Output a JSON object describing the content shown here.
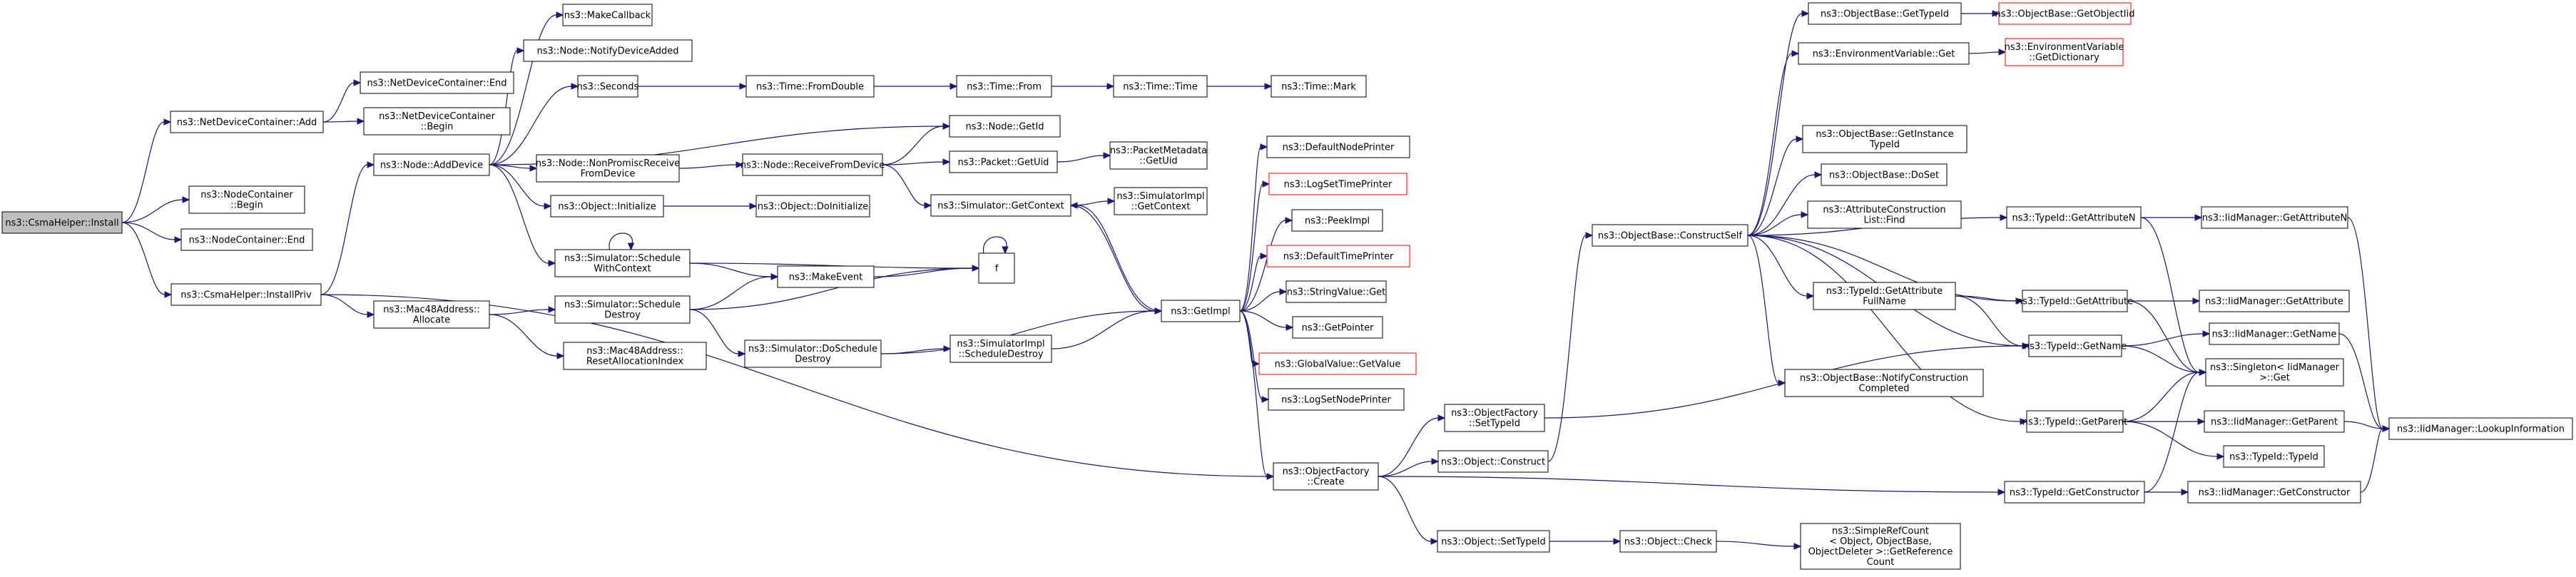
{
  "colors": {
    "edge": "#191970",
    "root_fill": "#bfbfbf",
    "node_border": "#000000",
    "undocumented_border": "#ff0000"
  },
  "nodes": [
    {
      "id": "n0",
      "lines": [
        "ns3::CsmaHelper::Install"
      ],
      "kind": "root"
    },
    {
      "id": "n1",
      "lines": [
        "ns3::NetDeviceContainer::Add"
      ]
    },
    {
      "id": "n2",
      "lines": [
        "ns3::NodeContainer",
        "::Begin"
      ]
    },
    {
      "id": "n3",
      "lines": [
        "ns3::NodeContainer::End"
      ]
    },
    {
      "id": "n4",
      "lines": [
        "ns3::CsmaHelper::InstallPriv"
      ]
    },
    {
      "id": "n5",
      "lines": [
        "ns3::NetDeviceContainer::End"
      ]
    },
    {
      "id": "n6",
      "lines": [
        "ns3::NetDeviceContainer",
        "::Begin"
      ]
    },
    {
      "id": "n7",
      "lines": [
        "ns3::Node::AddDevice"
      ]
    },
    {
      "id": "n8",
      "lines": [
        "ns3::Mac48Address::",
        "Allocate"
      ]
    },
    {
      "id": "n9",
      "lines": [
        "ns3::Mac48Address::",
        "ResetAllocationIndex"
      ]
    },
    {
      "id": "n10",
      "lines": [
        "ns3::MakeCallback"
      ]
    },
    {
      "id": "n11",
      "lines": [
        "ns3::Node::NotifyDeviceAdded"
      ]
    },
    {
      "id": "n12",
      "lines": [
        "ns3::Seconds"
      ]
    },
    {
      "id": "n13",
      "lines": [
        "ns3::Node::NonPromiscReceive",
        "FromDevice"
      ]
    },
    {
      "id": "n14",
      "lines": [
        "ns3::Object::Initialize"
      ]
    },
    {
      "id": "n15",
      "lines": [
        "ns3::Simulator::Schedule",
        "WithContext"
      ]
    },
    {
      "id": "n16",
      "lines": [
        "ns3::Simulator::Schedule",
        "Destroy"
      ]
    },
    {
      "id": "n17",
      "lines": [
        "ns3::Time::FromDouble"
      ]
    },
    {
      "id": "n18",
      "lines": [
        "ns3::Node::ReceiveFromDevice"
      ]
    },
    {
      "id": "n19",
      "lines": [
        "ns3::Object::DoInitialize"
      ]
    },
    {
      "id": "n20",
      "lines": [
        "ns3::MakeEvent"
      ]
    },
    {
      "id": "n21",
      "lines": [
        "ns3::Simulator::DoSchedule",
        "Destroy"
      ]
    },
    {
      "id": "n22",
      "lines": [
        "ns3::Time::From"
      ]
    },
    {
      "id": "n23",
      "lines": [
        "ns3::Node::GetId"
      ]
    },
    {
      "id": "n24",
      "lines": [
        "ns3::Packet::GetUid"
      ]
    },
    {
      "id": "n25",
      "lines": [
        "ns3::Simulator::GetContext"
      ]
    },
    {
      "id": "n26",
      "lines": [
        "f"
      ]
    },
    {
      "id": "n27",
      "lines": [
        "ns3::SimulatorImpl",
        "::ScheduleDestroy"
      ]
    },
    {
      "id": "n28",
      "lines": [
        "ns3::Time::Time"
      ]
    },
    {
      "id": "n29",
      "lines": [
        "ns3::PacketMetadata",
        "::GetUid"
      ]
    },
    {
      "id": "n30",
      "lines": [
        "ns3::SimulatorImpl",
        "::GetContext"
      ]
    },
    {
      "id": "n31",
      "lines": [
        "ns3::GetImpl"
      ]
    },
    {
      "id": "n32",
      "lines": [
        "ns3::Time::Mark"
      ]
    },
    {
      "id": "n33",
      "lines": [
        "ns3::DefaultNodePrinter"
      ]
    },
    {
      "id": "n34",
      "lines": [
        "ns3::LogSetTimePrinter"
      ],
      "kind": "undoc"
    },
    {
      "id": "n35",
      "lines": [
        "ns3::PeekImpl"
      ]
    },
    {
      "id": "n36",
      "lines": [
        "ns3::DefaultTimePrinter"
      ],
      "kind": "undoc"
    },
    {
      "id": "n37",
      "lines": [
        "ns3::StringValue::Get"
      ]
    },
    {
      "id": "n38",
      "lines": [
        "ns3::GetPointer"
      ]
    },
    {
      "id": "n39",
      "lines": [
        "ns3::GlobalValue::GetValue"
      ],
      "kind": "undoc"
    },
    {
      "id": "n40",
      "lines": [
        "ns3::LogSetNodePrinter"
      ]
    },
    {
      "id": "n41",
      "lines": [
        "ns3::ObjectFactory",
        "::Create"
      ]
    },
    {
      "id": "n42",
      "lines": [
        "ns3::ObjectFactory",
        "::SetTypeId"
      ]
    },
    {
      "id": "n43",
      "lines": [
        "ns3::Object::Construct"
      ]
    },
    {
      "id": "n44",
      "lines": [
        "ns3::Object::SetTypeId"
      ]
    },
    {
      "id": "n45",
      "lines": [
        "ns3::Object::Check"
      ]
    },
    {
      "id": "n46",
      "lines": [
        "ns3::SimpleRefCount",
        "< Object, ObjectBase,",
        "ObjectDeleter >::GetReference",
        "Count"
      ]
    },
    {
      "id": "n47",
      "lines": [
        "ns3::ObjectBase::ConstructSelf"
      ]
    },
    {
      "id": "n48",
      "lines": [
        "ns3::ObjectBase::GetTypeId"
      ]
    },
    {
      "id": "n49",
      "lines": [
        "ns3::ObjectBase::GetObjectIid"
      ],
      "kind": "undoc"
    },
    {
      "id": "n50",
      "lines": [
        "ns3::EnvironmentVariable::Get"
      ]
    },
    {
      "id": "n51",
      "lines": [
        "ns3::EnvironmentVariable",
        "::GetDictionary"
      ],
      "kind": "undoc"
    },
    {
      "id": "n52",
      "lines": [
        "ns3::ObjectBase::GetInstance",
        "TypeId"
      ]
    },
    {
      "id": "n53",
      "lines": [
        "ns3::ObjectBase::DoSet"
      ]
    },
    {
      "id": "n54",
      "lines": [
        "ns3::AttributeConstruction",
        "List::Find"
      ]
    },
    {
      "id": "n55",
      "lines": [
        "ns3::TypeId::GetAttribute",
        "FullName"
      ]
    },
    {
      "id": "n56",
      "lines": [
        "ns3::ObjectBase::NotifyConstruction",
        "Completed"
      ]
    },
    {
      "id": "n57",
      "lines": [
        "ns3::TypeId::GetAttributeN"
      ]
    },
    {
      "id": "n58",
      "lines": [
        "ns3::TypeId::GetAttribute"
      ]
    },
    {
      "id": "n59",
      "lines": [
        "ns3::TypeId::GetName"
      ]
    },
    {
      "id": "n60",
      "lines": [
        "ns3::TypeId::GetParent"
      ]
    },
    {
      "id": "n61",
      "lines": [
        "ns3::TypeId::GetConstructor"
      ]
    },
    {
      "id": "n62",
      "lines": [
        "ns3::IidManager::GetAttributeN"
      ]
    },
    {
      "id": "n63",
      "lines": [
        "ns3::IidManager::GetAttribute"
      ]
    },
    {
      "id": "n64",
      "lines": [
        "ns3::IidManager::GetName"
      ]
    },
    {
      "id": "n65",
      "lines": [
        "ns3::Singleton< IidManager",
        ">::Get"
      ]
    },
    {
      "id": "n66",
      "lines": [
        "ns3::IidManager::GetParent"
      ]
    },
    {
      "id": "n67",
      "lines": [
        "ns3::TypeId::TypeId"
      ]
    },
    {
      "id": "n68",
      "lines": [
        "ns3::IidManager::GetConstructor"
      ]
    },
    {
      "id": "n69",
      "lines": [
        "ns3::IidManager::LookupInformation"
      ]
    }
  ],
  "edges": [
    [
      "n0",
      "n1"
    ],
    [
      "n0",
      "n2"
    ],
    [
      "n0",
      "n3"
    ],
    [
      "n0",
      "n4"
    ],
    [
      "n1",
      "n5"
    ],
    [
      "n1",
      "n6"
    ],
    [
      "n4",
      "n7"
    ],
    [
      "n4",
      "n8"
    ],
    [
      "n4",
      "n41"
    ],
    [
      "n7",
      "n10"
    ],
    [
      "n7",
      "n11"
    ],
    [
      "n7",
      "n12"
    ],
    [
      "n7",
      "n23"
    ],
    [
      "n7",
      "n13"
    ],
    [
      "n7",
      "n14"
    ],
    [
      "n7",
      "n15"
    ],
    [
      "n8",
      "n16"
    ],
    [
      "n8",
      "n9"
    ],
    [
      "n12",
      "n17"
    ],
    [
      "n17",
      "n22"
    ],
    [
      "n22",
      "n28"
    ],
    [
      "n28",
      "n32"
    ],
    [
      "n13",
      "n18"
    ],
    [
      "n18",
      "n23"
    ],
    [
      "n18",
      "n24"
    ],
    [
      "n18",
      "n25"
    ],
    [
      "n24",
      "n29"
    ],
    [
      "n14",
      "n19"
    ],
    [
      "n15",
      "n15"
    ],
    [
      "n15",
      "n20"
    ],
    [
      "n15",
      "n26"
    ],
    [
      "n16",
      "n20"
    ],
    [
      "n16",
      "n26"
    ],
    [
      "n16",
      "n21"
    ],
    [
      "n20",
      "n26"
    ],
    [
      "n26",
      "n26"
    ],
    [
      "n21",
      "n27"
    ],
    [
      "n21",
      "n31"
    ],
    [
      "n27",
      "n31"
    ],
    [
      "n25",
      "n30"
    ],
    [
      "n25",
      "n31"
    ],
    [
      "n31",
      "n25"
    ],
    [
      "n31",
      "n33"
    ],
    [
      "n31",
      "n34"
    ],
    [
      "n31",
      "n35"
    ],
    [
      "n31",
      "n36"
    ],
    [
      "n31",
      "n37"
    ],
    [
      "n31",
      "n38"
    ],
    [
      "n31",
      "n39"
    ],
    [
      "n31",
      "n40"
    ],
    [
      "n31",
      "n41"
    ],
    [
      "n41",
      "n42"
    ],
    [
      "n41",
      "n43"
    ],
    [
      "n41",
      "n44"
    ],
    [
      "n41",
      "n61"
    ],
    [
      "n42",
      "n59"
    ],
    [
      "n43",
      "n47"
    ],
    [
      "n44",
      "n45"
    ],
    [
      "n45",
      "n46"
    ],
    [
      "n47",
      "n48"
    ],
    [
      "n47",
      "n50"
    ],
    [
      "n47",
      "n52"
    ],
    [
      "n47",
      "n53"
    ],
    [
      "n47",
      "n54"
    ],
    [
      "n47",
      "n55"
    ],
    [
      "n47",
      "n56"
    ],
    [
      "n47",
      "n57"
    ],
    [
      "n47",
      "n58"
    ],
    [
      "n47",
      "n59"
    ],
    [
      "n47",
      "n60"
    ],
    [
      "n48",
      "n49"
    ],
    [
      "n50",
      "n51"
    ],
    [
      "n55",
      "n58"
    ],
    [
      "n55",
      "n59"
    ],
    [
      "n57",
      "n62"
    ],
    [
      "n57",
      "n65"
    ],
    [
      "n58",
      "n63"
    ],
    [
      "n58",
      "n65"
    ],
    [
      "n59",
      "n64"
    ],
    [
      "n59",
      "n65"
    ],
    [
      "n60",
      "n65"
    ],
    [
      "n60",
      "n66"
    ],
    [
      "n60",
      "n67"
    ],
    [
      "n61",
      "n65"
    ],
    [
      "n61",
      "n68"
    ],
    [
      "n62",
      "n69"
    ],
    [
      "n64",
      "n69"
    ],
    [
      "n66",
      "n69"
    ],
    [
      "n68",
      "n69"
    ]
  ]
}
